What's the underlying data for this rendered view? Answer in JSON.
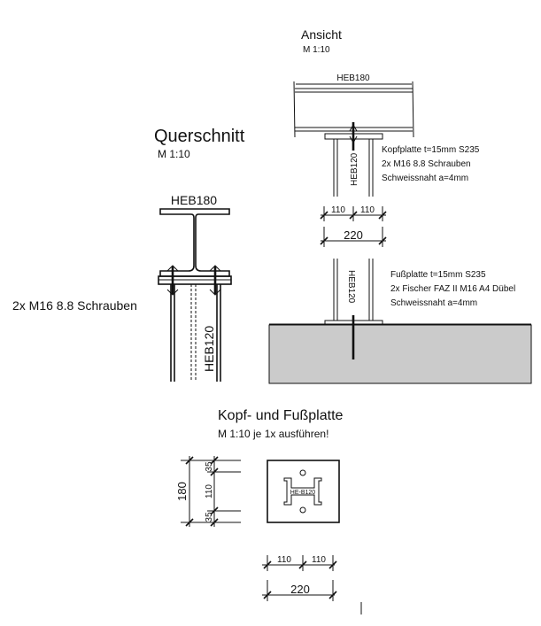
{
  "ansicht": {
    "title": "Ansicht",
    "scale": "M 1:10",
    "beam_label": "HEB180",
    "column_label_top": "HEB120",
    "column_label_bottom": "HEB120",
    "kopfplatte_notes": [
      "Kopfplatte t=15mm S235",
      "2x M16 8.8 Schrauben",
      "Schweissnaht a=4mm"
    ],
    "fussplatte_notes": [
      "Fußplatte t=15mm S235",
      "2x Fischer FAZ II M16 A4 Dübel",
      "Schweissnaht a=4mm"
    ],
    "dims": {
      "half_left": "110",
      "half_right": "110",
      "total": "220"
    }
  },
  "querschnitt": {
    "title": "Querschnitt",
    "scale": "M 1:10",
    "beam_label": "HEB180",
    "column_label": "HEB120",
    "bolts_label": "2x M16 8.8 Schrauben"
  },
  "platte": {
    "title": "Kopf- und Fußplatte",
    "subtitle": "M 1:10  je 1x ausführen!",
    "inner_label": "HE-B120",
    "dims_vertical": {
      "total": "180",
      "top": "35",
      "middle": "110",
      "bottom": "35"
    },
    "dims_horizontal": {
      "half_left": "110",
      "half_right": "110",
      "total": "220"
    }
  },
  "colors": {
    "ground": "#cbcbcb",
    "line": "#111111"
  }
}
